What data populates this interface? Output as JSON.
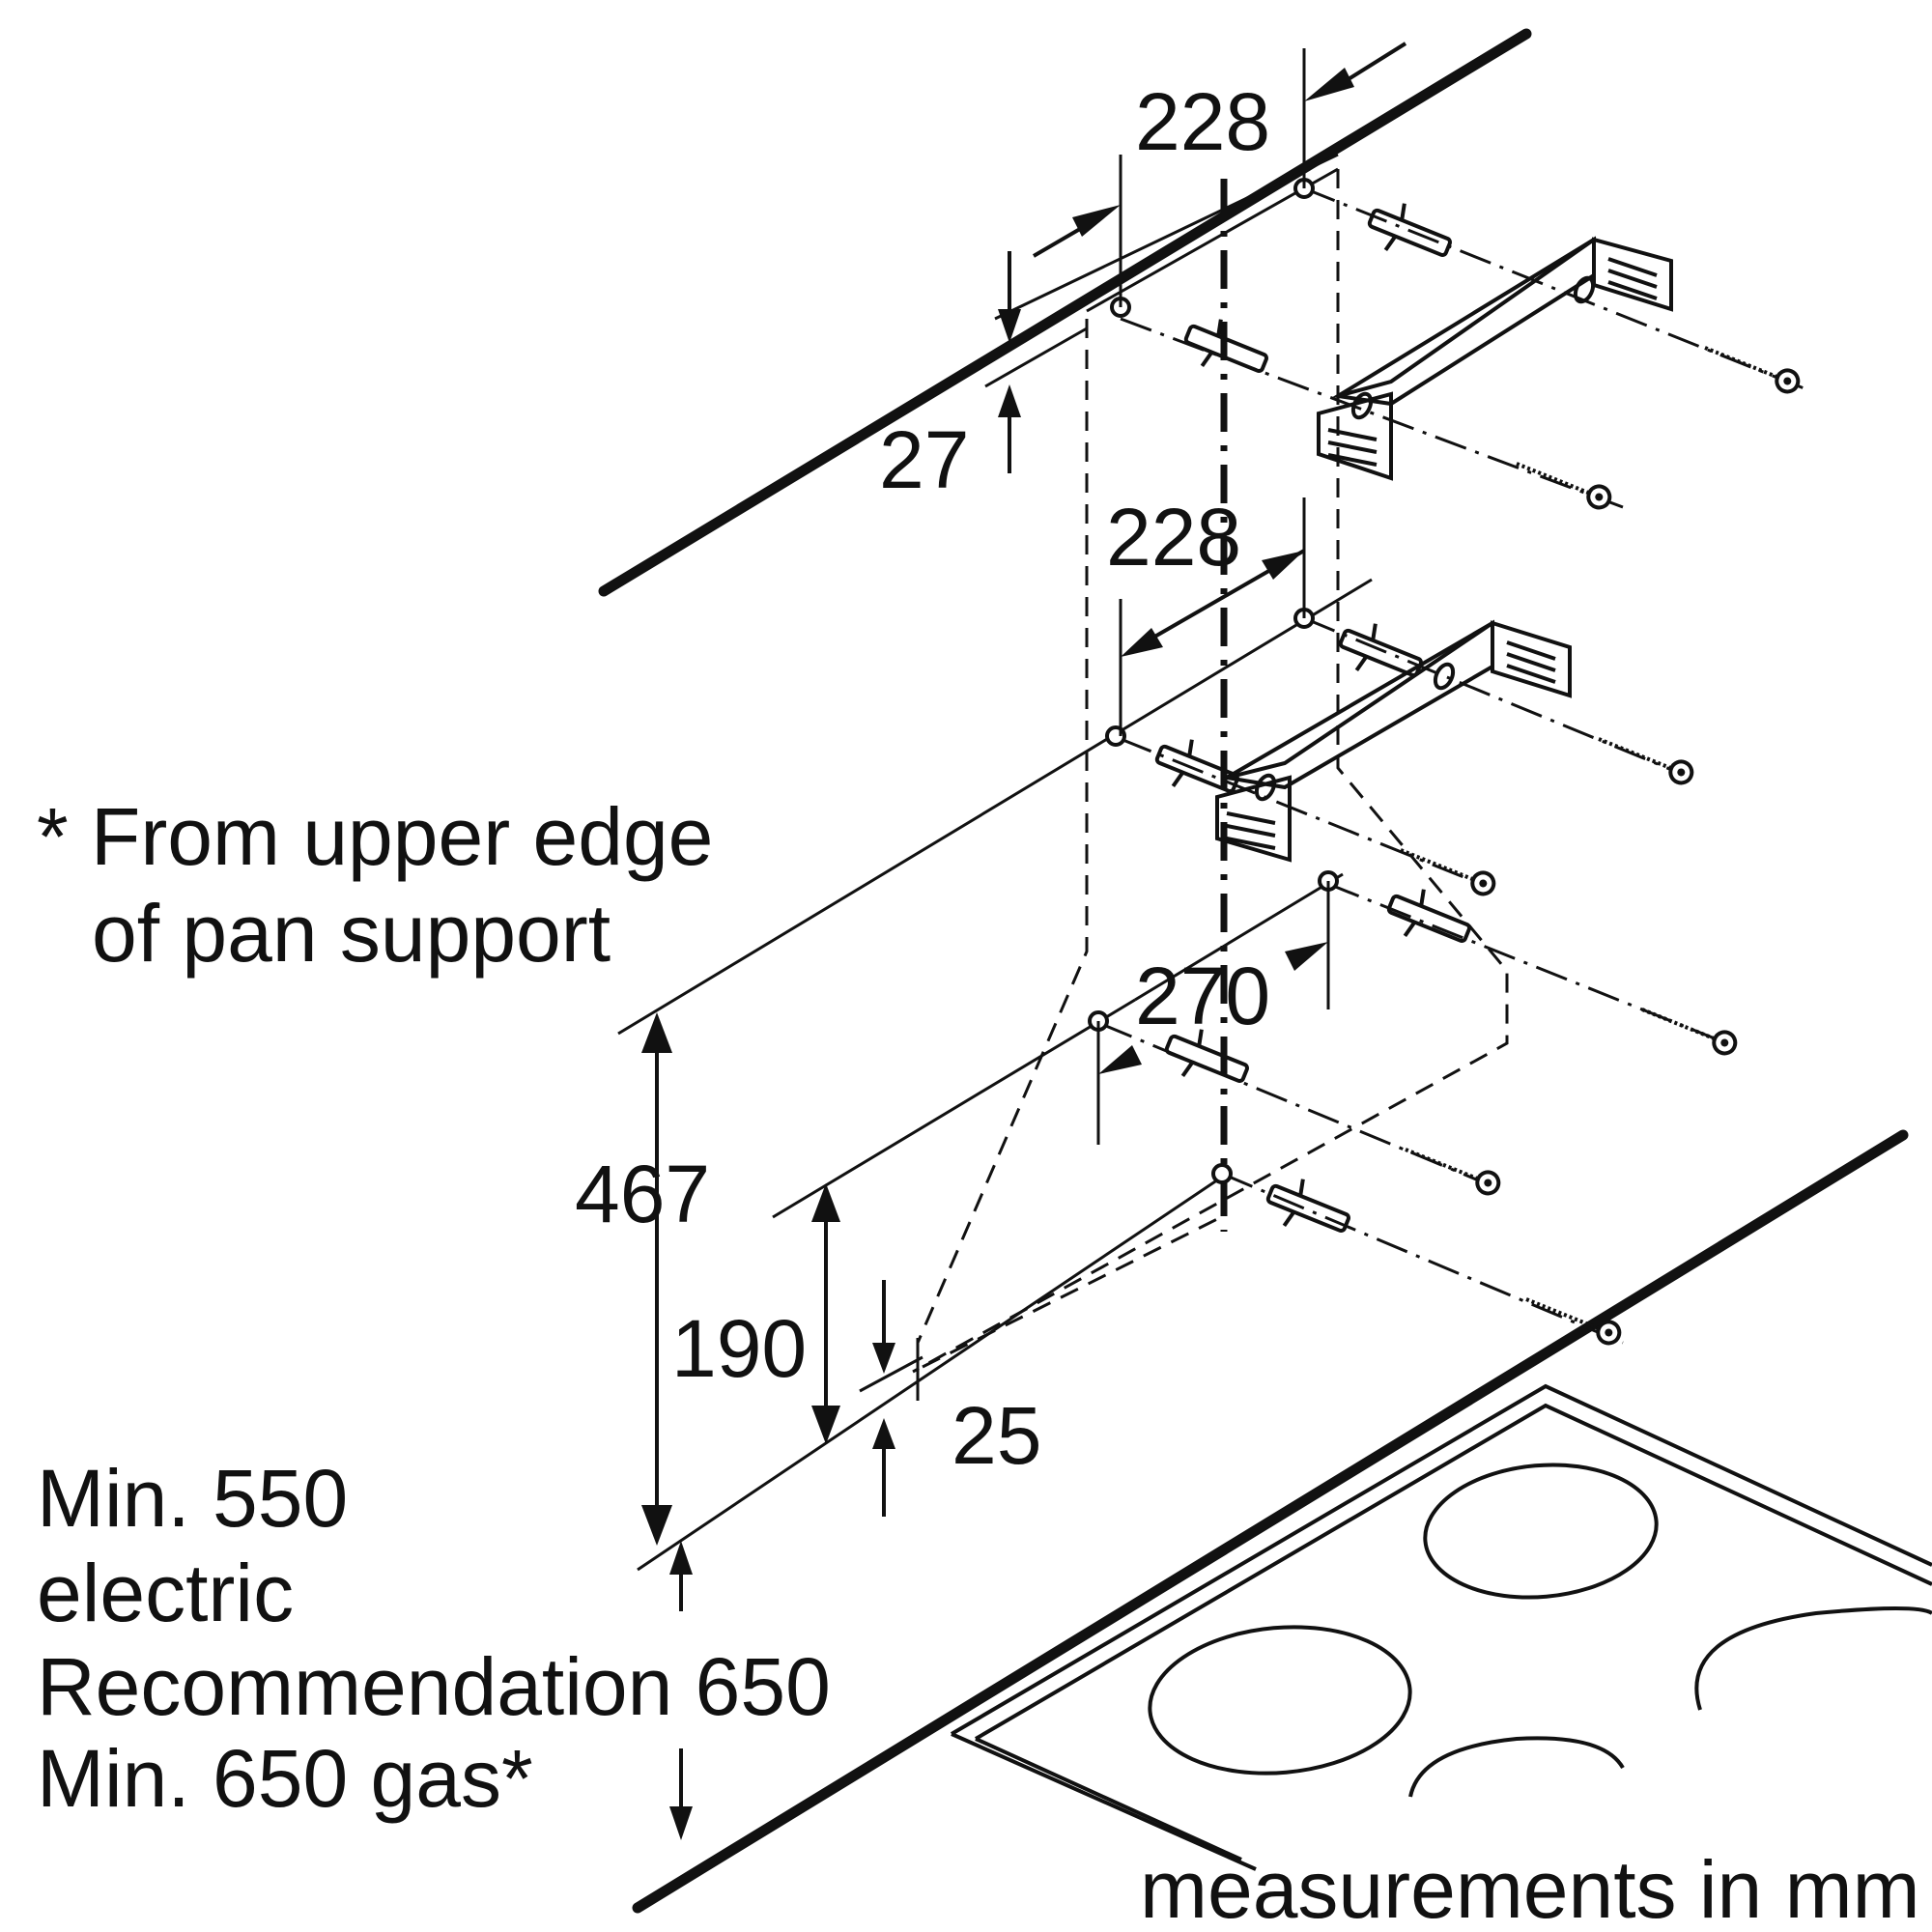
{
  "dimensions": {
    "top_hole_spacing": "228",
    "top_offset": "27",
    "middle_hole_spacing": "228",
    "lower_hole_spacing": "270",
    "bracket_height": "467",
    "lower_bracket_height": "190",
    "bottom_offset": "25"
  },
  "notes": {
    "pan_support_line1": "* From upper edge",
    "pan_support_line2": "of pan support",
    "clearance_line1": "Min. 550",
    "clearance_line2": "electric",
    "clearance_line3": "Recommendation 650",
    "clearance_line4": "Min. 650 gas*",
    "units": "measurements in mm"
  },
  "icons": [
    "wall-plug-icon",
    "screw-icon",
    "mounting-bracket-icon",
    "cooktop-icon"
  ]
}
